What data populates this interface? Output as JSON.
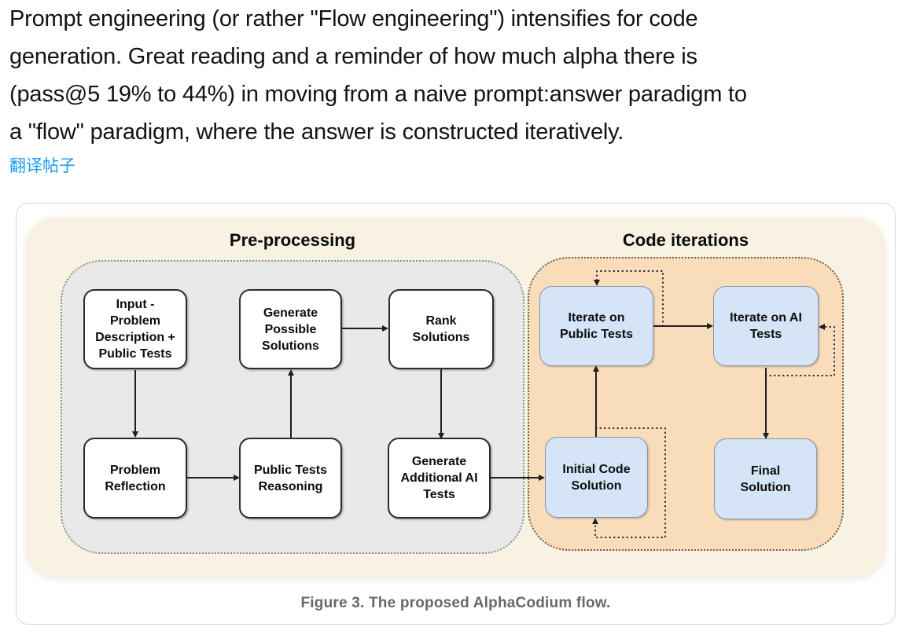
{
  "tweet": {
    "text_lines": [
      "Prompt engineering (or rather \"Flow engineering\") intensifies for code",
      "generation. Great reading and a reminder of how much alpha there is",
      "(pass@5 19% to 44%) in moving from a naive prompt:answer paradigm to",
      "a \"flow\" paradigm, where the answer is constructed iteratively."
    ],
    "translate_label": "翻译帖子"
  },
  "figure": {
    "sections": {
      "preprocessing": {
        "label": "Pre-processing"
      },
      "code_iterations": {
        "label": "Code iterations"
      }
    },
    "nodes": {
      "input": {
        "lines": [
          "Input -",
          "Problem",
          "Description +",
          "Public Tests"
        ]
      },
      "generate_possible": {
        "lines": [
          "Generate",
          "Possible",
          "Solutions"
        ]
      },
      "rank": {
        "lines": [
          "Rank",
          "Solutions"
        ]
      },
      "reflection": {
        "lines": [
          "Problem",
          "Reflection"
        ]
      },
      "public_tests_reasoning": {
        "lines": [
          "Public Tests",
          "Reasoning"
        ]
      },
      "generate_additional": {
        "lines": [
          "Generate",
          "Additional AI",
          "Tests"
        ]
      },
      "iterate_public": {
        "lines": [
          "Iterate on",
          "Public Tests"
        ]
      },
      "iterate_ai": {
        "lines": [
          "Iterate on AI",
          "Tests"
        ]
      },
      "initial_code": {
        "lines": [
          "Initial Code",
          "Solution"
        ]
      },
      "final": {
        "lines": [
          "Final",
          "Solution"
        ]
      }
    },
    "edges": [
      {
        "from": "input",
        "to": "reflection",
        "style": "solid"
      },
      {
        "from": "reflection",
        "to": "public_tests_reasoning",
        "style": "solid"
      },
      {
        "from": "public_tests_reasoning",
        "to": "generate_possible",
        "style": "solid"
      },
      {
        "from": "generate_possible",
        "to": "rank",
        "style": "solid"
      },
      {
        "from": "rank",
        "to": "generate_additional",
        "style": "solid"
      },
      {
        "from": "generate_additional",
        "to": "initial_code",
        "style": "solid"
      },
      {
        "from": "initial_code",
        "to": "iterate_public",
        "style": "solid"
      },
      {
        "from": "iterate_public",
        "to": "iterate_ai",
        "style": "solid"
      },
      {
        "from": "iterate_ai",
        "to": "final",
        "style": "solid"
      },
      {
        "from": "iterate_public",
        "to": "iterate_public",
        "style": "dotted-loop"
      },
      {
        "from": "iterate_ai",
        "to": "iterate_ai",
        "style": "dotted-loop"
      },
      {
        "from": "initial_code",
        "to": "initial_code",
        "style": "dotted-loop"
      }
    ],
    "caption": "Figure 3. The proposed AlphaCodium flow."
  },
  "colors": {
    "accent_link": "#1d9bf0",
    "text": "#0f1419",
    "card_border": "#cfd9de",
    "figure_bg": "#f8f2e3",
    "panel_gray": "#e9e9e9",
    "panel_gray_border": "#8f8f88",
    "panel_orange": "#f9dcba",
    "panel_orange_border": "#6b6150",
    "node_white": "#ffffff",
    "node_border_dark": "#2b2b2b",
    "node_blue": "#d5e4f6",
    "node_blue_border": "#8494ab",
    "arrow": "#1f1f1f",
    "caption": "#65696d"
  }
}
